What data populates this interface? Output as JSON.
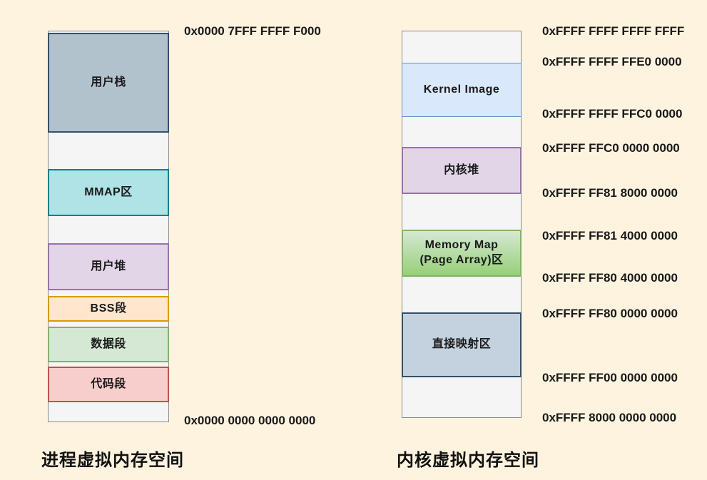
{
  "left_diagram": {
    "title": "进程虚拟内存空间",
    "top_address": "0x0000 7FFF FFFF F000",
    "bottom_address": "0x0000 0000 0000 0000",
    "segments": [
      {
        "label": "用户栈",
        "fill": "#B2C2CD",
        "border": "#34506A"
      },
      {
        "label": "MMAP区",
        "fill": "#B0E3E6",
        "border": "#0E8088"
      },
      {
        "label": "用户堆",
        "fill": "#E1D5E7",
        "border": "#9673A6"
      },
      {
        "label": "BSS段",
        "fill": "#FFE6CC",
        "border": "#D79B00"
      },
      {
        "label": "数据段",
        "fill": "#D5E8D4",
        "border": "#82B366"
      },
      {
        "label": "代码段",
        "fill": "#F8CECC",
        "border": "#B85450"
      }
    ]
  },
  "right_diagram": {
    "title": "内核虚拟内存空间",
    "segments": [
      {
        "label": "Kernel Image",
        "fill": "#DAE8FC",
        "border": "#6C8EBF"
      },
      {
        "label": "内核堆",
        "fill": "#E1D5E7",
        "border": "#9673A6"
      },
      {
        "label_line1": "Memory Map",
        "label_line2": "(Page Array)区",
        "fill_top": "#D5E8D4",
        "fill_bottom": "#97D077",
        "border": "#82B366"
      },
      {
        "label": "直接映射区",
        "fill": "#C4D2DF",
        "border": "#34506A"
      }
    ],
    "addresses": [
      "0xFFFF FFFF FFFF FFFF",
      "0xFFFF FFFF FFE0 0000",
      "0xFFFF FFFF FFC0 0000",
      "0xFFFF FFC0 0000 0000",
      "0xFFFF FF81 8000 0000",
      "0xFFFF FF81 4000 0000",
      "0xFFFF FF80 4000 0000",
      "0xFFFF FF80 0000 0000",
      "0xFFFF FF00 0000 0000",
      "0xFFFF 8000 0000 0000"
    ]
  },
  "colors": {
    "background": "#FDF3DF",
    "container_fill": "#F5F5F5",
    "container_border": "#8A8A8A",
    "text": "#1A1A1A"
  }
}
